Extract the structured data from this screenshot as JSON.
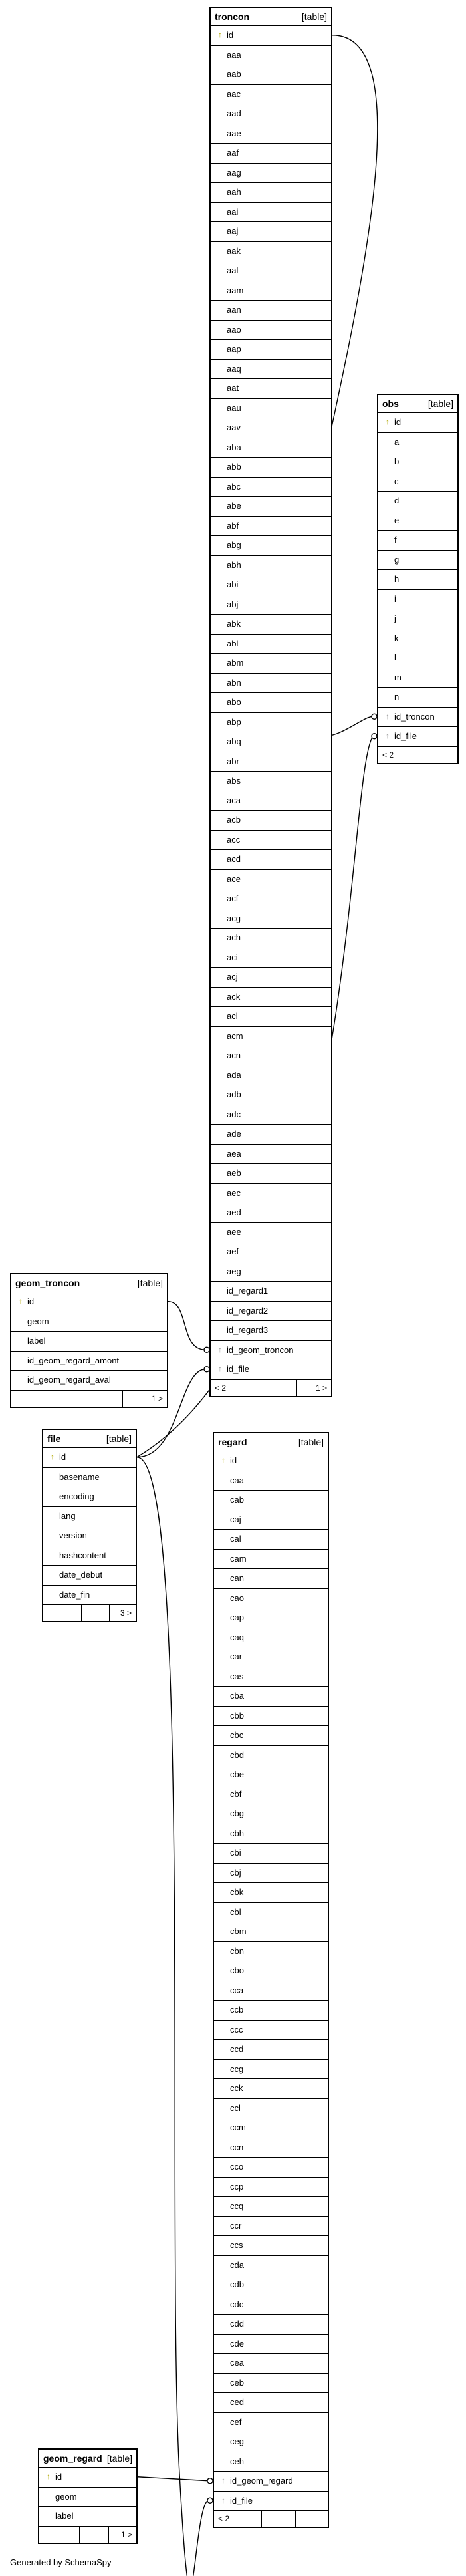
{
  "tables": [
    {
      "id": "troncon",
      "name": "troncon",
      "kind": "[table]",
      "columns": [
        {
          "name": "id",
          "icon": "key"
        },
        {
          "name": "aaa"
        },
        {
          "name": "aab"
        },
        {
          "name": "aac"
        },
        {
          "name": "aad"
        },
        {
          "name": "aae"
        },
        {
          "name": "aaf"
        },
        {
          "name": "aag"
        },
        {
          "name": "aah"
        },
        {
          "name": "aai"
        },
        {
          "name": "aaj"
        },
        {
          "name": "aak"
        },
        {
          "name": "aal"
        },
        {
          "name": "aam"
        },
        {
          "name": "aan"
        },
        {
          "name": "aao"
        },
        {
          "name": "aap"
        },
        {
          "name": "aaq"
        },
        {
          "name": "aat"
        },
        {
          "name": "aau"
        },
        {
          "name": "aav"
        },
        {
          "name": "aba"
        },
        {
          "name": "abb"
        },
        {
          "name": "abc"
        },
        {
          "name": "abe"
        },
        {
          "name": "abf"
        },
        {
          "name": "abg"
        },
        {
          "name": "abh"
        },
        {
          "name": "abi"
        },
        {
          "name": "abj"
        },
        {
          "name": "abk"
        },
        {
          "name": "abl"
        },
        {
          "name": "abm"
        },
        {
          "name": "abn"
        },
        {
          "name": "abo"
        },
        {
          "name": "abp"
        },
        {
          "name": "abq"
        },
        {
          "name": "abr"
        },
        {
          "name": "abs"
        },
        {
          "name": "aca"
        },
        {
          "name": "acb"
        },
        {
          "name": "acc"
        },
        {
          "name": "acd"
        },
        {
          "name": "ace"
        },
        {
          "name": "acf"
        },
        {
          "name": "acg"
        },
        {
          "name": "ach"
        },
        {
          "name": "aci"
        },
        {
          "name": "acj"
        },
        {
          "name": "ack"
        },
        {
          "name": "acl"
        },
        {
          "name": "acm"
        },
        {
          "name": "acn"
        },
        {
          "name": "ada"
        },
        {
          "name": "adb"
        },
        {
          "name": "adc"
        },
        {
          "name": "ade"
        },
        {
          "name": "aea"
        },
        {
          "name": "aeb"
        },
        {
          "name": "aec"
        },
        {
          "name": "aed"
        },
        {
          "name": "aee"
        },
        {
          "name": "aef"
        },
        {
          "name": "aeg"
        },
        {
          "name": "id_regard1"
        },
        {
          "name": "id_regard2"
        },
        {
          "name": "id_regard3"
        },
        {
          "name": "id_geom_troncon",
          "icon": "fk"
        },
        {
          "name": "id_file",
          "icon": "fk"
        }
      ],
      "footer": [
        "< 2",
        "",
        "1 >"
      ]
    },
    {
      "id": "obs",
      "name": "obs",
      "kind": "[table]",
      "columns": [
        {
          "name": "id",
          "icon": "key"
        },
        {
          "name": "a"
        },
        {
          "name": "b"
        },
        {
          "name": "c"
        },
        {
          "name": "d"
        },
        {
          "name": "e"
        },
        {
          "name": "f"
        },
        {
          "name": "g"
        },
        {
          "name": "h"
        },
        {
          "name": "i"
        },
        {
          "name": "j"
        },
        {
          "name": "k"
        },
        {
          "name": "l"
        },
        {
          "name": "m"
        },
        {
          "name": "n"
        },
        {
          "name": "id_troncon",
          "icon": "fk"
        },
        {
          "name": "id_file",
          "icon": "fk"
        }
      ],
      "footer": [
        "< 2",
        "",
        ""
      ]
    },
    {
      "id": "geom_troncon",
      "name": "geom_troncon",
      "kind": "[table]",
      "columns": [
        {
          "name": "id",
          "icon": "key"
        },
        {
          "name": "geom"
        },
        {
          "name": "label"
        },
        {
          "name": "id_geom_regard_amont"
        },
        {
          "name": "id_geom_regard_aval"
        }
      ],
      "footer": [
        "",
        "",
        "1 >"
      ]
    },
    {
      "id": "file",
      "name": "file",
      "kind": "[table]",
      "columns": [
        {
          "name": "id",
          "icon": "key"
        },
        {
          "name": "basename"
        },
        {
          "name": "encoding"
        },
        {
          "name": "lang"
        },
        {
          "name": "version"
        },
        {
          "name": "hashcontent"
        },
        {
          "name": "date_debut"
        },
        {
          "name": "date_fin"
        }
      ],
      "footer": [
        "",
        "",
        "3 >"
      ]
    },
    {
      "id": "regard",
      "name": "regard",
      "kind": "[table]",
      "columns": [
        {
          "name": "id",
          "icon": "key"
        },
        {
          "name": "caa"
        },
        {
          "name": "cab"
        },
        {
          "name": "caj"
        },
        {
          "name": "cal"
        },
        {
          "name": "cam"
        },
        {
          "name": "can"
        },
        {
          "name": "cao"
        },
        {
          "name": "cap"
        },
        {
          "name": "caq"
        },
        {
          "name": "car"
        },
        {
          "name": "cas"
        },
        {
          "name": "cba"
        },
        {
          "name": "cbb"
        },
        {
          "name": "cbc"
        },
        {
          "name": "cbd"
        },
        {
          "name": "cbe"
        },
        {
          "name": "cbf"
        },
        {
          "name": "cbg"
        },
        {
          "name": "cbh"
        },
        {
          "name": "cbi"
        },
        {
          "name": "cbj"
        },
        {
          "name": "cbk"
        },
        {
          "name": "cbl"
        },
        {
          "name": "cbm"
        },
        {
          "name": "cbn"
        },
        {
          "name": "cbo"
        },
        {
          "name": "cca"
        },
        {
          "name": "ccb"
        },
        {
          "name": "ccc"
        },
        {
          "name": "ccd"
        },
        {
          "name": "ccg"
        },
        {
          "name": "cck"
        },
        {
          "name": "ccl"
        },
        {
          "name": "ccm"
        },
        {
          "name": "ccn"
        },
        {
          "name": "cco"
        },
        {
          "name": "ccp"
        },
        {
          "name": "ccq"
        },
        {
          "name": "ccr"
        },
        {
          "name": "ccs"
        },
        {
          "name": "cda"
        },
        {
          "name": "cdb"
        },
        {
          "name": "cdc"
        },
        {
          "name": "cdd"
        },
        {
          "name": "cde"
        },
        {
          "name": "cea"
        },
        {
          "name": "ceb"
        },
        {
          "name": "ced"
        },
        {
          "name": "cef"
        },
        {
          "name": "ceg"
        },
        {
          "name": "ceh"
        },
        {
          "name": "id_geom_regard",
          "icon": "fk"
        },
        {
          "name": "id_file",
          "icon": "fk"
        }
      ],
      "footer": [
        "< 2",
        "",
        ""
      ]
    },
    {
      "id": "geom_regard",
      "name": "geom_regard",
      "kind": "[table]",
      "columns": [
        {
          "name": "id",
          "icon": "key"
        },
        {
          "name": "geom"
        },
        {
          "name": "label"
        }
      ],
      "footer": [
        "",
        "",
        "1 >"
      ]
    }
  ],
  "generated_by": "Generated by SchemaSpy"
}
